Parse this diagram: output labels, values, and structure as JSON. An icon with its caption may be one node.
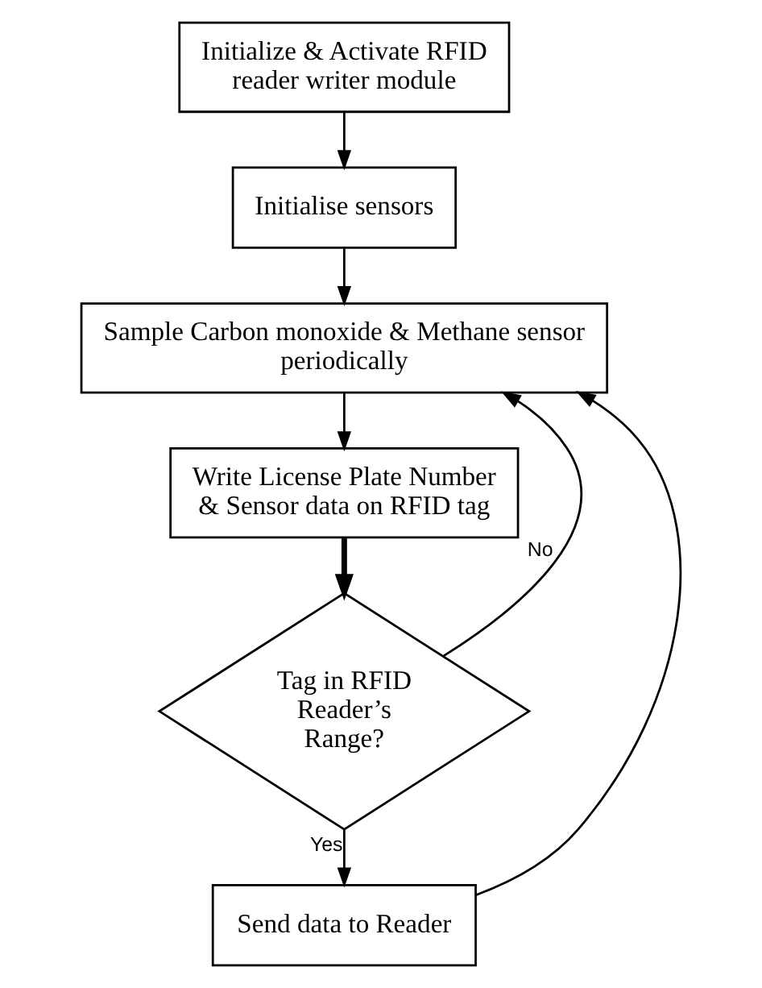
{
  "diagram": {
    "nodes": [
      {
        "text": [
          "Initialize & Activate RFID reader writer module"
        ]
      },
      {
        "text": [
          "Initialise sensors"
        ]
      },
      {
        "text": [
          "Sample Carbon monoxide & Methane sensor periodically"
        ]
      },
      {
        "text": [
          "Write License Plate Number & Sensor data on RFID tag"
        ]
      },
      {
        "text": [
          "Tag in RFID Reader’s Range?"
        ]
      },
      {
        "text": [
          "Send data to Reader"
        ]
      }
    ],
    "edges": [
      {
        "from": 0,
        "to": 1,
        "arrow": "to"
      },
      {
        "from": 1,
        "to": 2,
        "arrow": "to"
      },
      {
        "from": 2,
        "to": 3,
        "arrow": "to"
      },
      {
        "from": 3,
        "to": 4,
        "arrow": "to",
        "style": "thick"
      },
      {
        "from": 4,
        "to": 2,
        "arrow": "to",
        "label": "No"
      },
      {
        "from": 4,
        "to": 5,
        "arrow": "to",
        "label": "Yes"
      },
      {
        "from": 5,
        "to": 2,
        "arrow": "to"
      }
    ]
  }
}
